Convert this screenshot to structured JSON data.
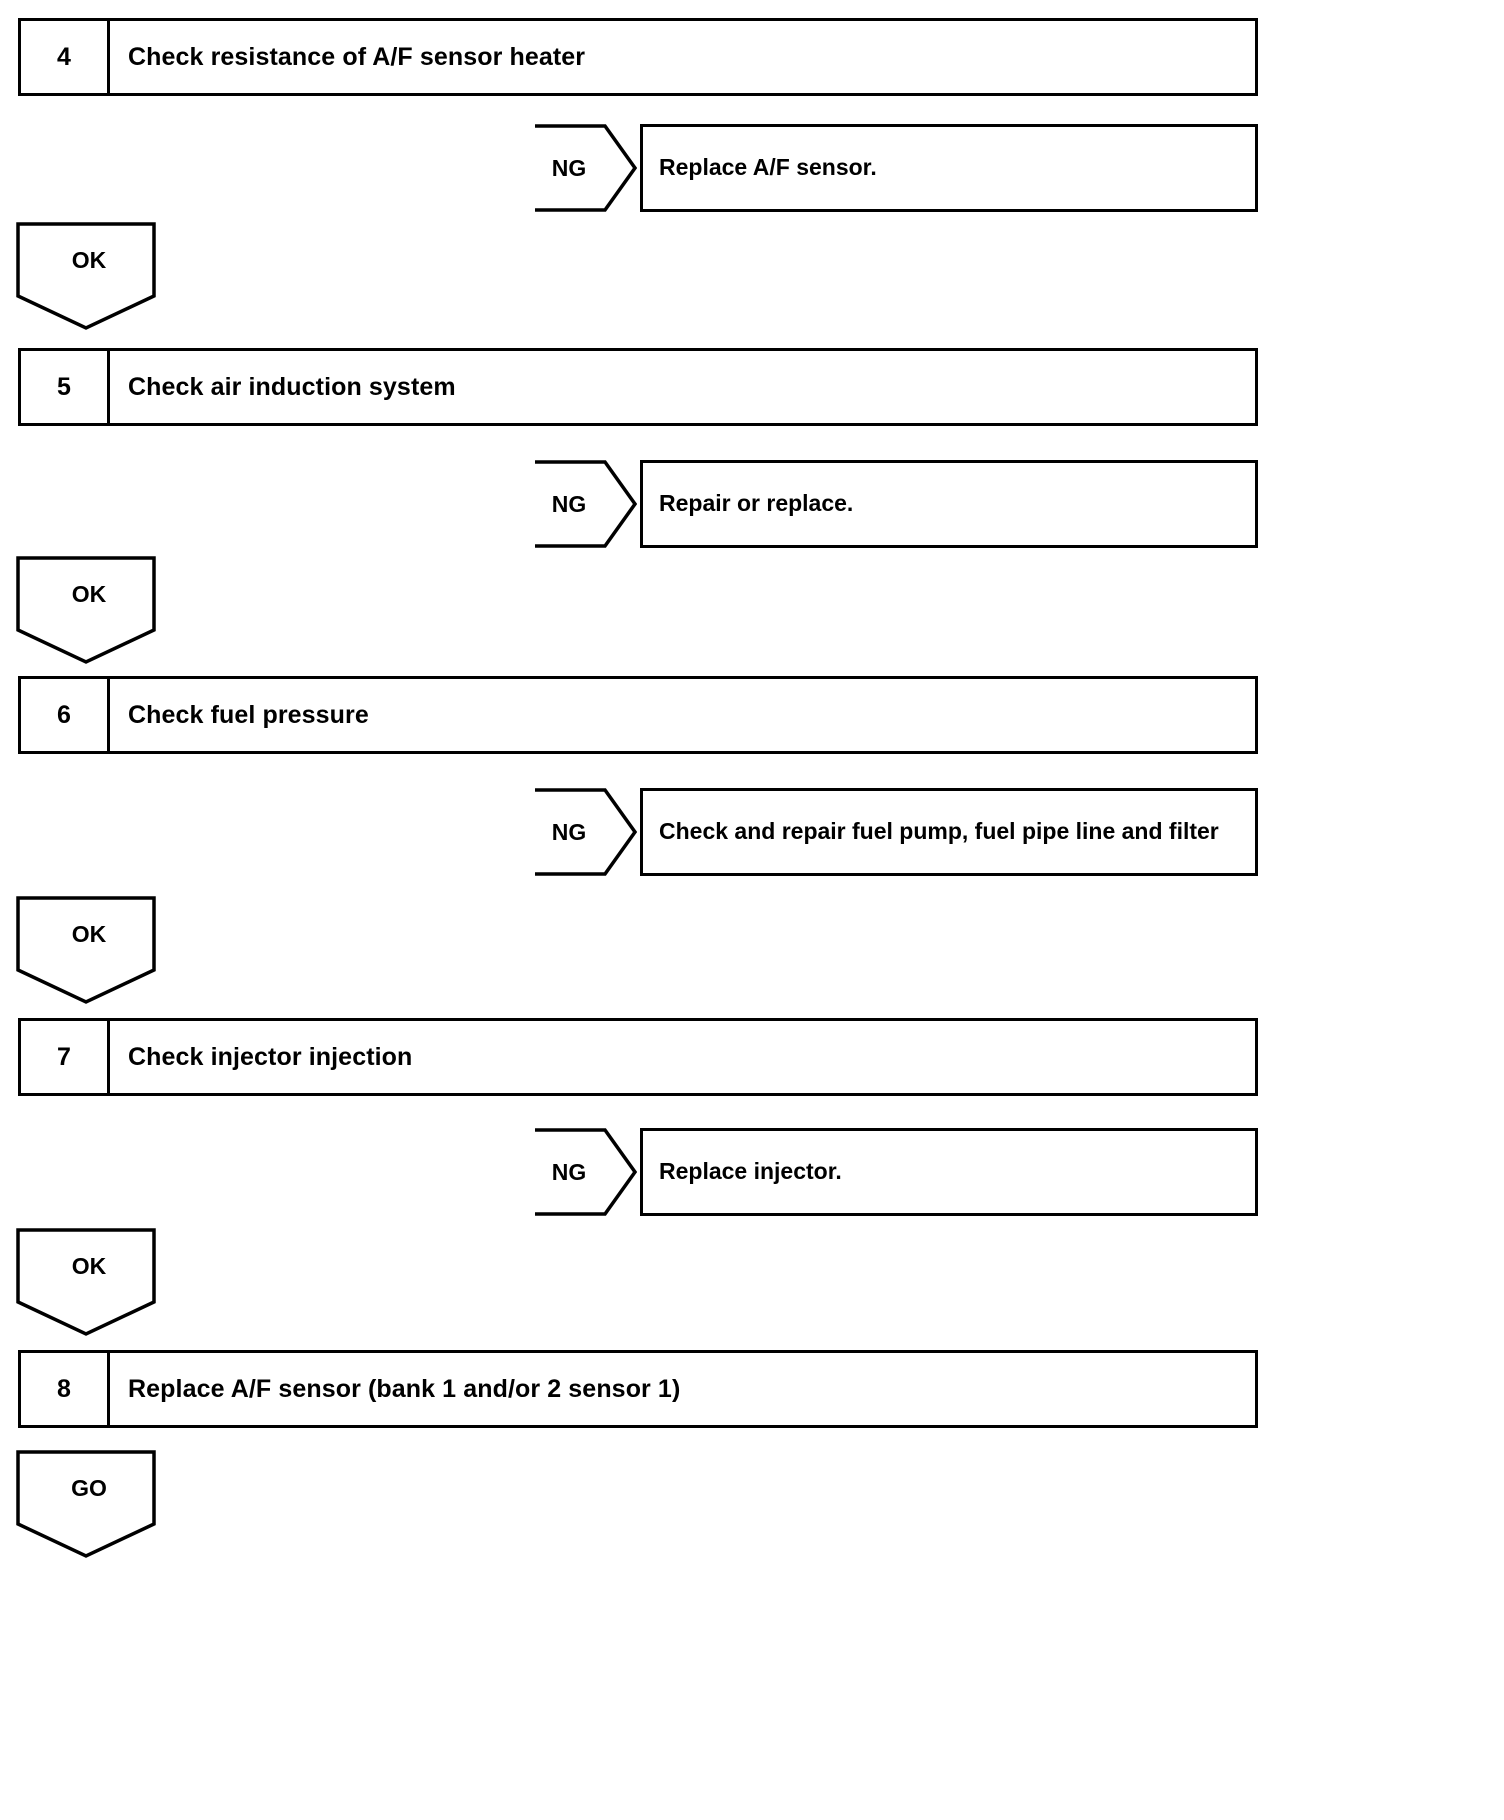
{
  "document": {
    "type": "diagnostic-flowchart",
    "line_color": "#000000",
    "background_color": "#ffffff"
  },
  "steps": [
    {
      "number": "4",
      "title": "Check resistance of A/F sensor heater"
    },
    {
      "number": "5",
      "title": "Check air induction system"
    },
    {
      "number": "6",
      "title": "Check fuel pressure"
    },
    {
      "number": "7",
      "title": "Check injector injection"
    },
    {
      "number": "8",
      "title": "Replace A/F sensor (bank 1 and/or 2 sensor 1)"
    }
  ],
  "branches": [
    {
      "tag": "NG",
      "action": "Replace A/F sensor."
    },
    {
      "tag": "NG",
      "action": "Repair or replace."
    },
    {
      "tag": "NG",
      "action": "Check and repair fuel pump, fuel pipe line and filter"
    },
    {
      "tag": "NG",
      "action": "Replace injector."
    }
  ],
  "connectors": [
    {
      "label": "OK"
    },
    {
      "label": "OK"
    },
    {
      "label": "OK"
    },
    {
      "label": "OK"
    },
    {
      "label": "GO"
    }
  ]
}
